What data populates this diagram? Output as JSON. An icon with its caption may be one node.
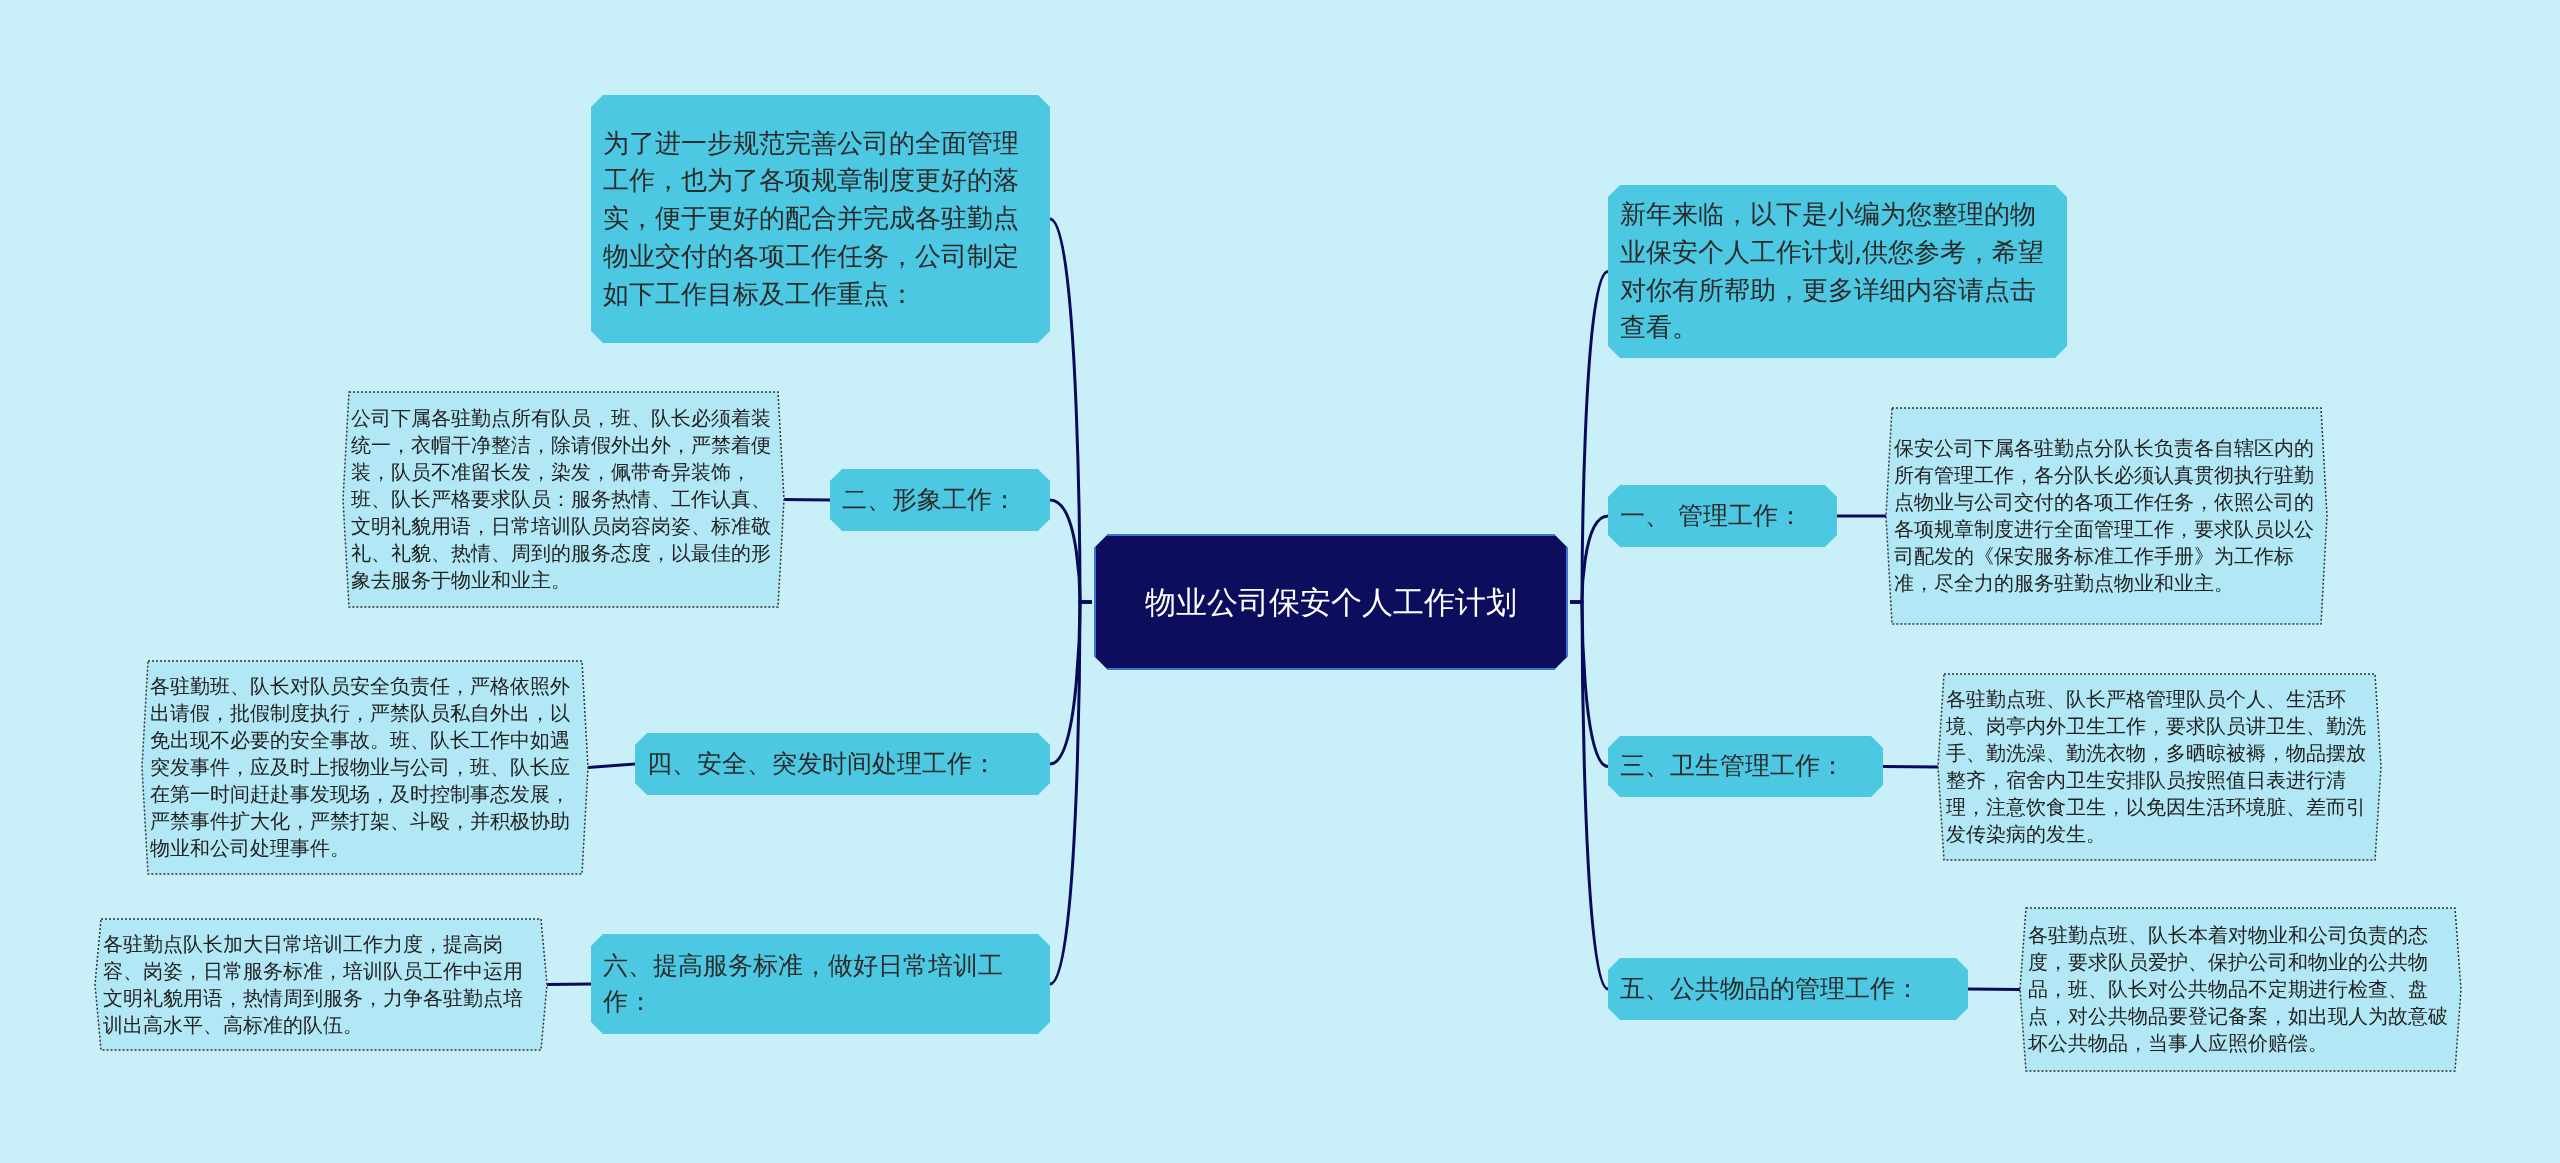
{
  "diagram": {
    "nodes": [
      {
        "text": [
          "物业公司保安个人工作计划"
        ]
      },
      {
        "text": [
          "为了进一步规范完善公司的全面管理工作，也为了各项规章制度更好的落实，便于更好的配合并完成各驻勤点物业交付的各项工作任务，公司制定如下工作目标及工作重点："
        ]
      },
      {
        "text": [
          "二、形象工作："
        ]
      },
      {
        "text": [
          "公司下属各驻勤点所有队员，班、队长必须着装统一，衣帽干净整洁，除请假外出外，严禁着便装，队员不准留长发，染发，佩带奇异装饰，班、队长严格要求队员：服务热情、工作认真、文明礼貌用语，日常培训队员岗容岗姿、标准敬礼、礼貌、热情、周到的服务态度，以最佳的形象去服务于物业和业主。"
        ]
      },
      {
        "text": [
          "四、安全、突发时间处理工作："
        ]
      },
      {
        "text": [
          "各驻勤班、队长对队员安全负责任，严格依照外出请假，批假制度执行，严禁队员私自外出，以免出现不必要的安全事故。班、队长工作中如遇突发事件，应及时上报物业与公司，班、队长应在第一时间赶赴事发现场，及时控制事态发展，严禁事件扩大化，严禁打架、斗殴，并积极协助物业和公司处理事件。"
        ]
      },
      {
        "text": [
          "六、提高服务标准，做好日常培训工作："
        ]
      },
      {
        "text": [
          "各驻勤点队长加大日常培训工作力度，提高岗容、岗姿，日常服务标准，培训队员工作中运用文明礼貌用语，热情周到服务，力争各驻勤点培训出高水平、高标准的队伍。"
        ]
      },
      {
        "text": [
          "新年来临，以下是小编为您整理的物业保安个人工作计划,供您参考，希望对你有所帮助，更多详细内容请点击查看。"
        ]
      },
      {
        "text": [
          "一、 管理工作："
        ]
      },
      {
        "text": [
          "保安公司下属各驻勤点分队长负责各自辖区内的所有管理工作，各分队长必须认真贯彻执行驻勤点物业与公司交付的各项工作任务，依照公司的各项规章制度进行全面管理工作，要求队员以公司配发的《保安服务标准工作手册》为工作标准，尽全力的服务驻勤点物业和业主。"
        ]
      },
      {
        "text": [
          "三、卫生管理工作："
        ]
      },
      {
        "text": [
          "各驻勤点班、队长严格管理队员个人、生活环境、岗亭内外卫生工作，要求队员讲卫生、勤洗手、勤洗澡、勤洗衣物，多晒晾被褥，物品摆放整齐，宿舍内卫生安排队员按照值日表进行清理，注意饮食卫生，以免因生活环境脏、差而引发传染病的发生。"
        ]
      },
      {
        "text": [
          "五、公共物品的管理工作："
        ]
      },
      {
        "text": [
          "各驻勤点班、队长本着对物业和公司负责的态度，要求队员爱护、保护公司和物业的公共物品，班、队长对公共物品不定期进行检查、盘点，对公共物品要登记备案，如出现人为故意破坏公共物品，当事人应照价赔偿。"
        ]
      }
    ],
    "edges": [
      {
        "from": 0,
        "to": 1,
        "arrow": "none"
      },
      {
        "from": 0,
        "to": 2,
        "arrow": "none"
      },
      {
        "from": 0,
        "to": 4,
        "arrow": "none"
      },
      {
        "from": 0,
        "to": 6,
        "arrow": "none"
      },
      {
        "from": 0,
        "to": 8,
        "arrow": "none"
      },
      {
        "from": 0,
        "to": 9,
        "arrow": "none"
      },
      {
        "from": 0,
        "to": 11,
        "arrow": "none"
      },
      {
        "from": 0,
        "to": 13,
        "arrow": "none"
      },
      {
        "from": 2,
        "to": 3,
        "arrow": "none"
      },
      {
        "from": 4,
        "to": 5,
        "arrow": "none"
      },
      {
        "from": 6,
        "to": 7,
        "arrow": "none"
      },
      {
        "from": 9,
        "to": 10,
        "arrow": "none"
      },
      {
        "from": 11,
        "to": 12,
        "arrow": "none"
      },
      {
        "from": 13,
        "to": 14,
        "arrow": "none"
      }
    ]
  }
}
